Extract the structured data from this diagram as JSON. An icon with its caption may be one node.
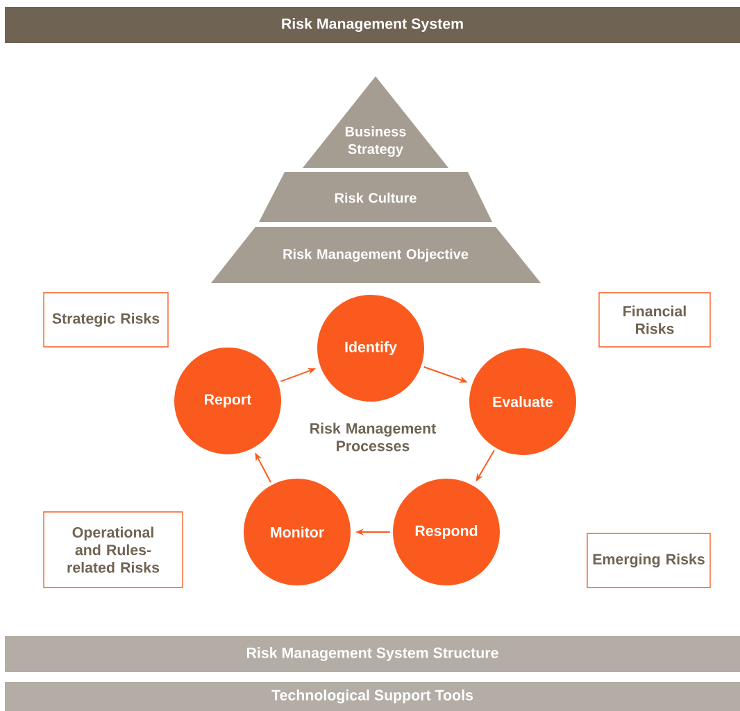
{
  "diagram": {
    "nodes": [
      {
        "text": [
          "Risk Management System"
        ]
      },
      {
        "text": [
          "Business Strategy"
        ]
      },
      {
        "text": [
          "Risk Culture"
        ]
      },
      {
        "text": [
          "Risk Management Objective"
        ]
      },
      {
        "text": [
          "Strategic Risks"
        ]
      },
      {
        "text": [
          "Financial Risks"
        ]
      },
      {
        "text": [
          "Identify"
        ]
      },
      {
        "text": [
          "Report"
        ]
      },
      {
        "text": [
          "Evaluate"
        ]
      },
      {
        "text": [
          "Risk Management Processes"
        ]
      },
      {
        "text": [
          "Monitor"
        ]
      },
      {
        "text": [
          "Respond"
        ]
      },
      {
        "text": [
          "Operational and Rules-related Risks"
        ]
      },
      {
        "text": [
          "Emerging Risks"
        ]
      },
      {
        "text": [
          "Risk Management System Structure"
        ]
      },
      {
        "text": [
          "Technological Support Tools"
        ]
      }
    ],
    "edges": [
      {
        "from": 6,
        "to": 8,
        "arrow": "to"
      },
      {
        "from": 8,
        "to": 11,
        "arrow": "to"
      },
      {
        "from": 11,
        "to": 10,
        "arrow": "to"
      },
      {
        "from": 10,
        "to": 7,
        "arrow": "to"
      },
      {
        "from": 7,
        "to": 6,
        "arrow": "to"
      }
    ]
  }
}
